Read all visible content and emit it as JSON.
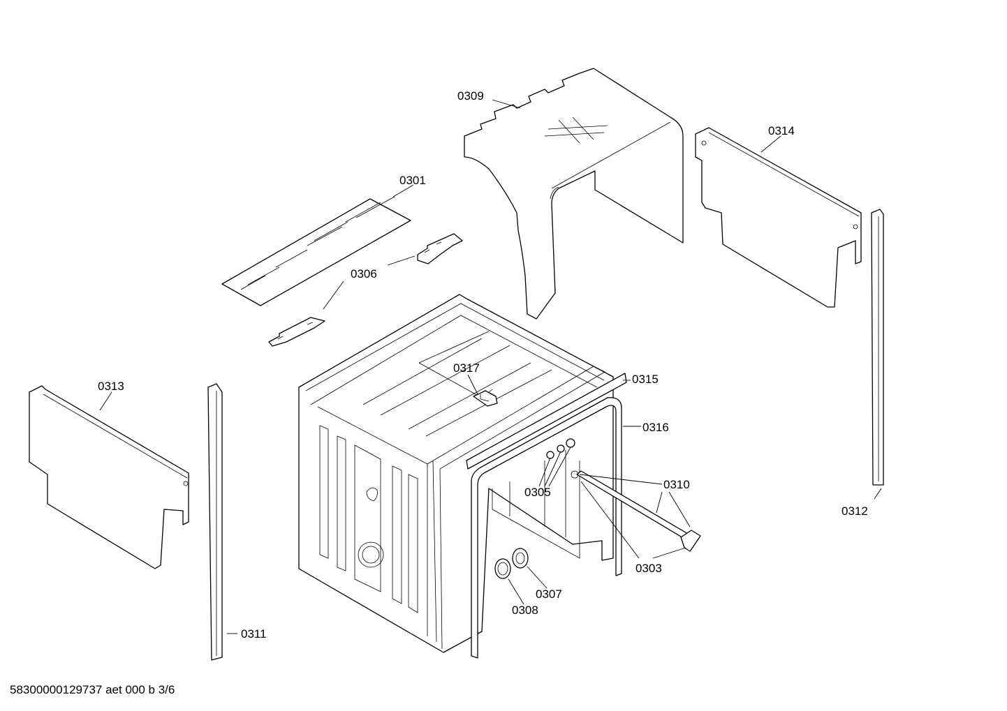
{
  "drawing": {
    "labels": {
      "p0301": "0301",
      "p0303": "0303",
      "p0305": "0305",
      "p0306": "0306",
      "p0307": "0307",
      "p0308": "0308",
      "p0309": "0309",
      "p0310": "0310",
      "p0311": "0311",
      "p0312": "0312",
      "p0313": "0313",
      "p0314": "0314",
      "p0315": "0315",
      "p0316": "0316",
      "p0317": "0317"
    },
    "footer": "58300000129737 aet 000 b 3/6"
  }
}
